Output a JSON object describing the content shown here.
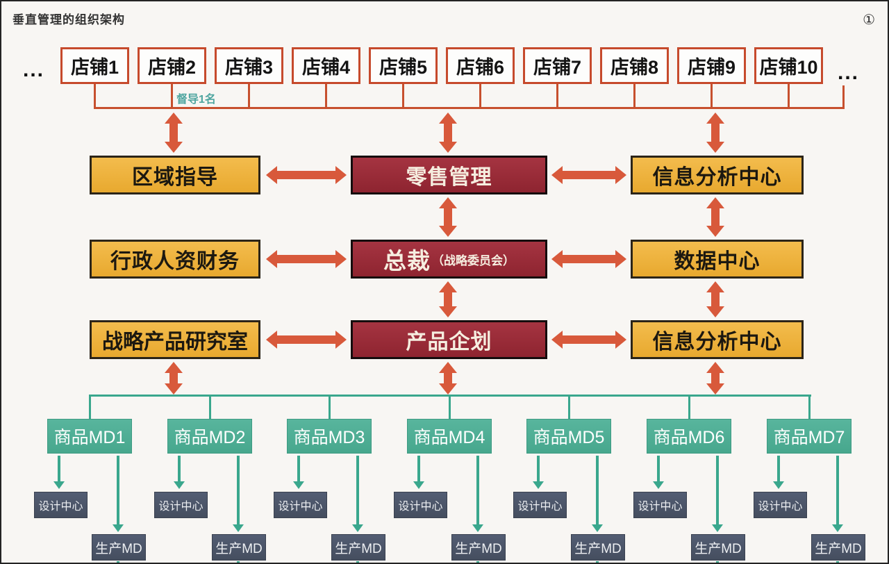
{
  "page": {
    "title": "垂直管理的组织架构",
    "corner_badge": "①"
  },
  "shops": {
    "ellipsis_left": "...",
    "ellipsis_right": "...",
    "supervisor_label": "督导1名",
    "items": [
      "店铺1",
      "店铺2",
      "店铺3",
      "店铺4",
      "店铺5",
      "店铺6",
      "店铺7",
      "店铺8",
      "店铺9",
      "店铺10"
    ]
  },
  "tiers": {
    "row1": {
      "left": "区域指导",
      "center": "零售管理",
      "right": "信息分析中心"
    },
    "row2": {
      "left": "行政人资财务",
      "center_main": "总裁",
      "center_sub": "（战略委员会）",
      "right": "数据中心"
    },
    "row3": {
      "left": "战略产品研究室",
      "center": "产品企划",
      "right": "信息分析中心"
    }
  },
  "md": {
    "columns": [
      {
        "label": "商品MD1",
        "design": "设计中心",
        "production": "生产MD"
      },
      {
        "label": "商品MD2",
        "design": "设计中心",
        "production": "生产MD"
      },
      {
        "label": "商品MD3",
        "design": "设计中心",
        "production": "生产MD"
      },
      {
        "label": "商品MD4",
        "design": "设计中心",
        "production": "生产MD"
      },
      {
        "label": "商品MD5",
        "design": "设计中心",
        "production": "生产MD"
      },
      {
        "label": "商品MD6",
        "design": "设计中心",
        "production": "生产MD"
      },
      {
        "label": "商品MD7",
        "design": "设计中心",
        "production": "生产MD"
      }
    ]
  },
  "colors": {
    "arrow_red": "#D8593B",
    "line_red": "#C7502E",
    "box_orange": "#EFB43F",
    "box_dark_red": "#9A2A35",
    "teal_line": "#3AA78D",
    "teal_box": "#4FAF97",
    "slate": "#4C566A",
    "background": "#F8F6F3"
  }
}
